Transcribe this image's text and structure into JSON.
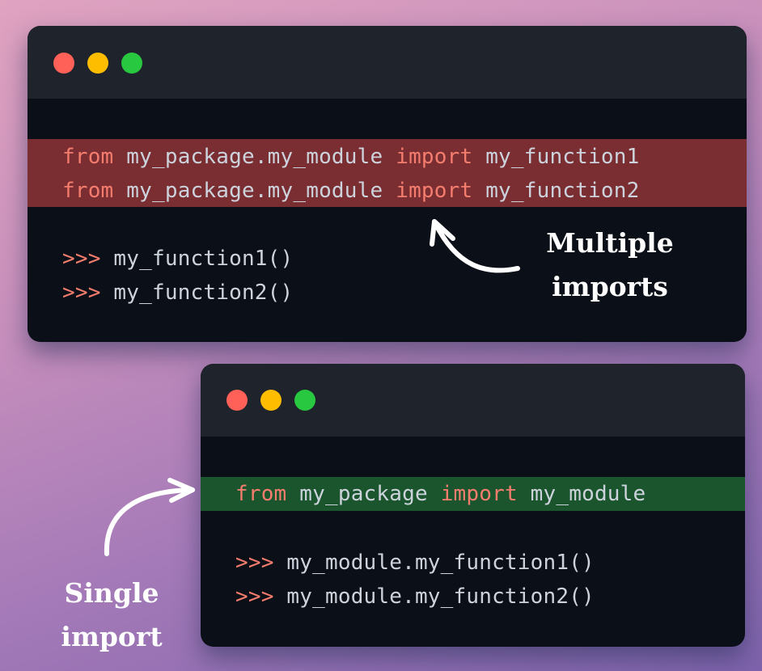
{
  "colors": {
    "window_body": "#0b0f17",
    "titlebar": "#1f232b",
    "traffic_red": "#ff6159",
    "traffic_yellow": "#ffbd00",
    "traffic_green": "#28c840",
    "highlight_bad": "#7a2e32",
    "highlight_good": "#1b552e",
    "keyword": "#f47d6e",
    "code_text": "#cdd3dc"
  },
  "window_multiple": {
    "import_lines": [
      {
        "kw1": "from",
        "module": "my_package.my_module",
        "kw2": "import",
        "name": "my_function1"
      },
      {
        "kw1": "from",
        "module": "my_package.my_module",
        "kw2": "import",
        "name": "my_function2"
      }
    ],
    "calls": [
      {
        "prompt": ">>>",
        "code": "my_function1()"
      },
      {
        "prompt": ">>>",
        "code": "my_function2()"
      }
    ],
    "annotation": {
      "line1": "Multiple",
      "line2": "imports"
    }
  },
  "window_single": {
    "import_line": {
      "kw1": "from",
      "module": "my_package",
      "kw2": "import",
      "name": "my_module"
    },
    "calls": [
      {
        "prompt": ">>>",
        "code": "my_module.my_function1()"
      },
      {
        "prompt": ">>>",
        "code": "my_module.my_function2()"
      }
    ],
    "annotation": {
      "line1": "Single",
      "line2": "import"
    }
  }
}
